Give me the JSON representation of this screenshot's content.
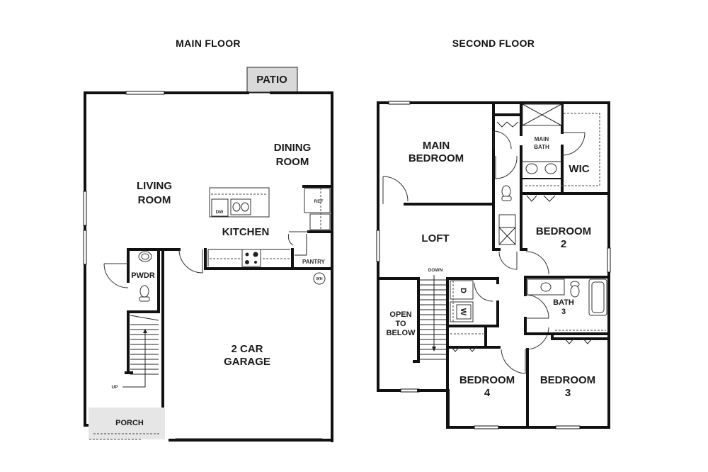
{
  "floors": [
    {
      "title": "MAIN FLOOR",
      "rooms": {
        "patio": "PATIO",
        "living_line1": "LIVING",
        "living_line2": "ROOM",
        "dining_line1": "DINING",
        "dining_line2": "ROOM",
        "kitchen": "KITCHEN",
        "pwdr": "PWDR",
        "pantry": "PANTRY",
        "garage_line1": "2 CAR",
        "garage_line2": "GARAGE",
        "porch": "PORCH"
      },
      "labels": {
        "dw": "DW",
        "ref": "REF",
        "wh": "WH",
        "up": "UP"
      }
    },
    {
      "title": "SECOND FLOOR",
      "rooms": {
        "main_bed_line1": "MAIN",
        "main_bed_line2": "BEDROOM",
        "main_bath_line1": "MAIN",
        "main_bath_line2": "BATH",
        "wic": "WIC",
        "loft": "LOFT",
        "bed2_line1": "BEDROOM",
        "bed2_line2": "2",
        "bath3_line1": "BATH",
        "bath3_line2": "3",
        "open_line1": "OPEN",
        "open_line2": "TO",
        "open_line3": "BELOW",
        "bed4_line1": "BEDROOM",
        "bed4_line2": "4",
        "bed3_line1": "BEDROOM",
        "bed3_line2": "3"
      },
      "labels": {
        "down": "DOWN",
        "dryer": "D",
        "washer": "W"
      }
    }
  ],
  "colors": {
    "wall": "#111111",
    "patio_fill": "#d9d9d9",
    "background": "#ffffff"
  }
}
